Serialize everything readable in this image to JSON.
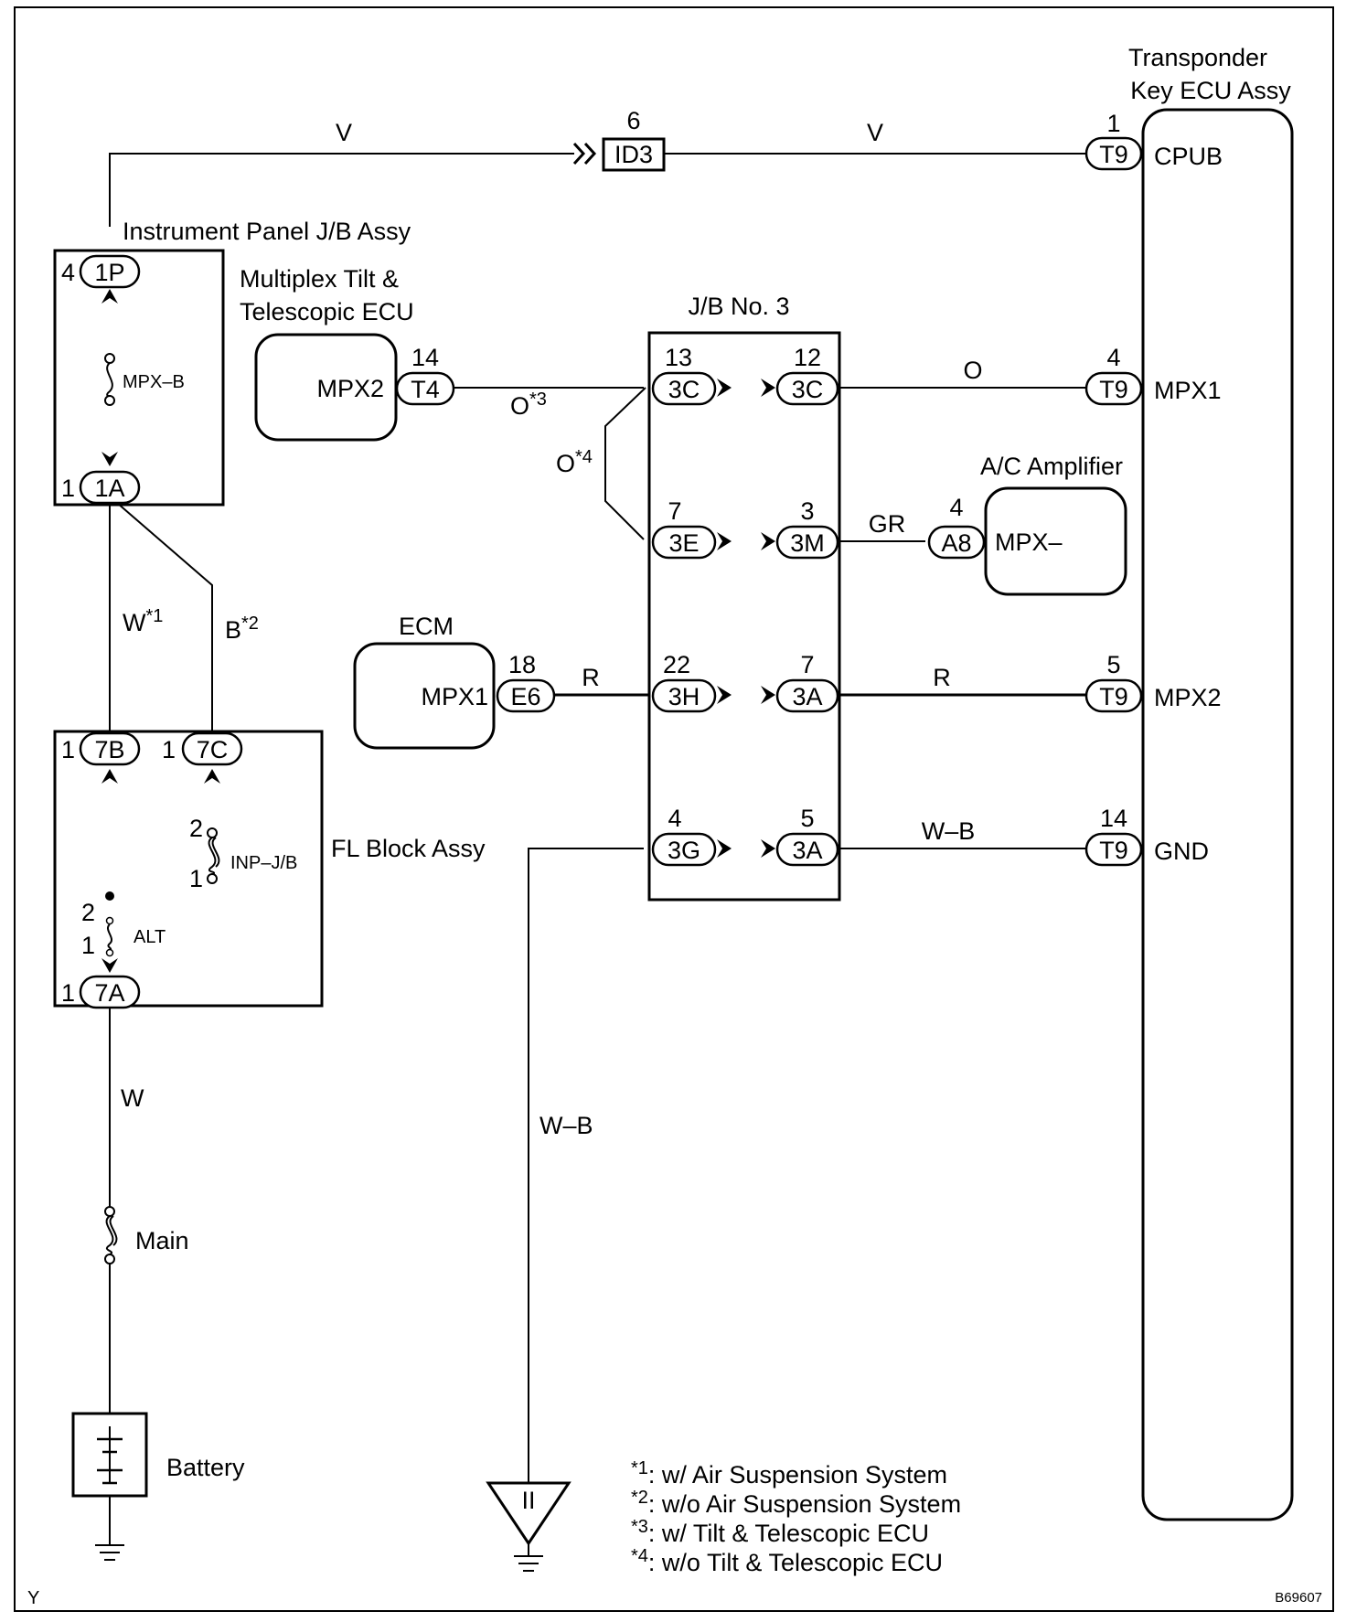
{
  "components": {
    "transponder": {
      "line1": "Transponder",
      "line2": "Key ECU Assy"
    },
    "ip_jb": "Instrument Panel J/B Assy",
    "tilt_ecu": {
      "line1": "Multiplex Tilt &",
      "line2": "Telescopic ECU"
    },
    "jb3": "J/B No. 3",
    "ac_amp": "A/C Amplifier",
    "ecm": "ECM",
    "fl_block": "FL Block Assy",
    "battery": "Battery"
  },
  "terminals": {
    "cpub": "CPUB",
    "mpx1_t9": "MPX1",
    "mpx2_t9": "MPX2",
    "gnd": "GND",
    "mpx2_t4": "MPX2",
    "mpx_a8": "MPX–",
    "mpx1_e6": "MPX1"
  },
  "connectors": {
    "id3": "ID3",
    "t9": "T9",
    "t4": "T4",
    "a8": "A8",
    "e6": "E6",
    "p1": "1P",
    "a1": "1A",
    "b7": "7B",
    "c7": "7C",
    "a7": "7A",
    "c3": "3C",
    "e3": "3E",
    "h3": "3H",
    "g3": "3G",
    "m3": "3M",
    "a3": "3A"
  },
  "pins": {
    "id3": "6",
    "t9_cpub": "1",
    "t9_mpx1": "4",
    "t9_mpx2": "5",
    "t9_gnd": "14",
    "p1": "4",
    "a1": "1",
    "t4": "14",
    "c3_left": "13",
    "c3_right": "12",
    "e3": "7",
    "m3": "3",
    "a8": "4",
    "e6": "18",
    "h3": "22",
    "a3_top": "7",
    "g3": "4",
    "a3_bottom": "5",
    "b7": "1",
    "c7": "1",
    "a7": "1",
    "inp_top": "2",
    "inp_bottom": "1",
    "alt_top": "2",
    "alt_bottom": "1"
  },
  "fuses": {
    "mpx_b": "MPX–B",
    "inp_jb": "INP–J/B",
    "alt": "ALT",
    "main": "Main"
  },
  "wires": {
    "v": "V",
    "o": "O",
    "o3_base": "O",
    "o3_sup": "*3",
    "o4_base": "O",
    "o4_sup": "*4",
    "gr": "GR",
    "r": "R",
    "wb": "W–B",
    "w1_base": "W",
    "w1_sup": "*1",
    "b2_base": "B",
    "b2_sup": "*2",
    "w": "W"
  },
  "ground_mark": "II",
  "notes": [
    {
      "mark": "*1",
      "text": ": w/ Air Suspension System"
    },
    {
      "mark": "*2",
      "text": ": w/o Air Suspension System"
    },
    {
      "mark": "*3",
      "text": ": w/ Tilt & Telescopic ECU"
    },
    {
      "mark": "*4",
      "text": ": w/o Tilt & Telescopic ECU"
    }
  ],
  "corner_mark": "Y",
  "figure_code": "B69607"
}
